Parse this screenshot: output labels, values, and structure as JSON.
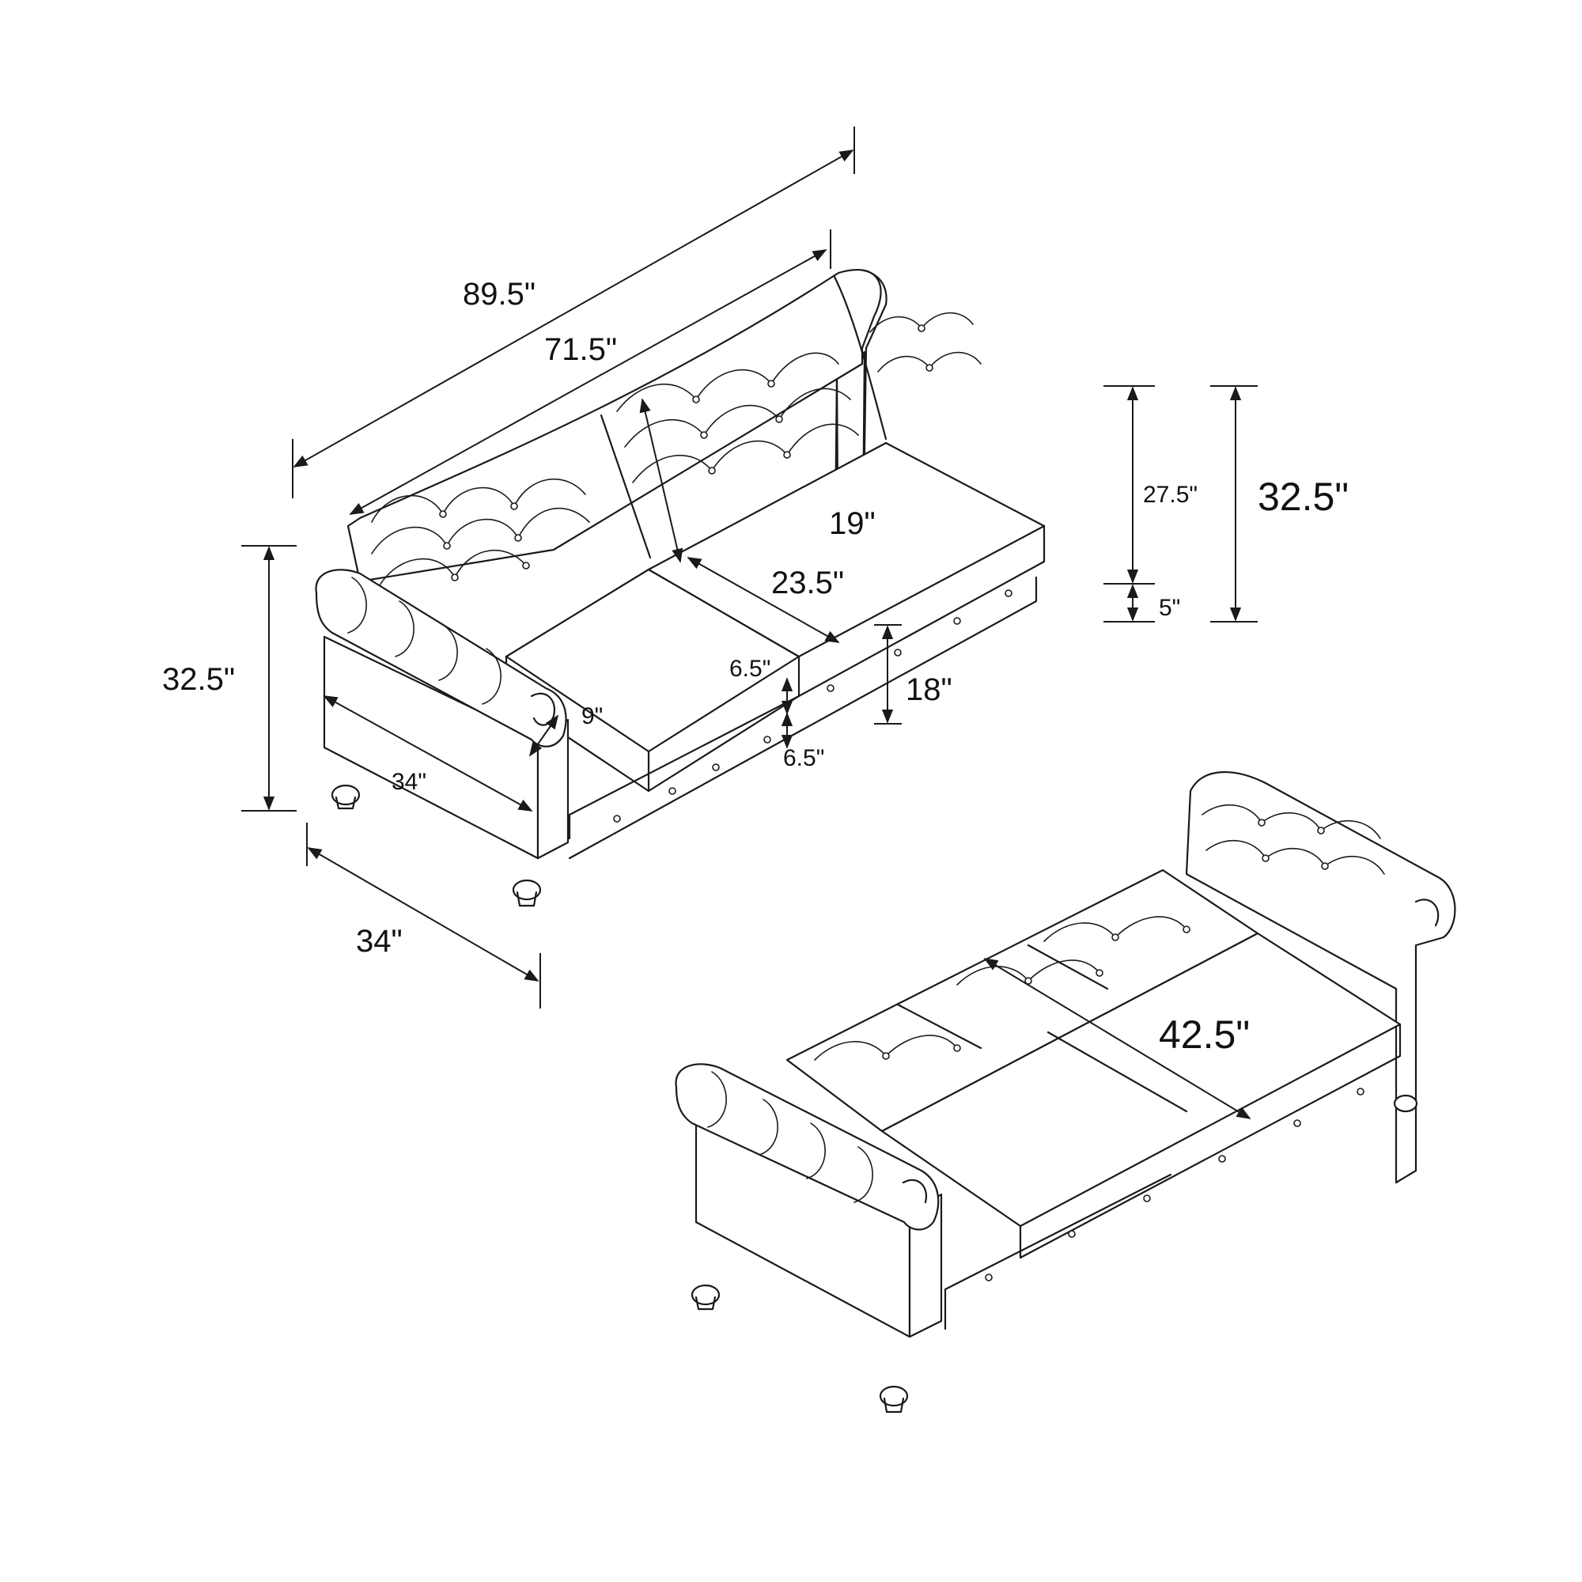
{
  "diagram": {
    "upright_view": {
      "overall_width": "89.5\"",
      "inner_seat_width": "71.5\"",
      "overall_height_left": "32.5\"",
      "overall_depth": "34\"",
      "arm_depth": "34\"",
      "arm_width": "9\"",
      "back_height": "19\"",
      "seat_depth": "23.5\"",
      "cushion_thickness_top": "6.5\"",
      "cushion_thickness_bottom": "6.5\"",
      "seat_height": "18\"",
      "back_to_seat_height": "27.5\"",
      "leg_height": "5\"",
      "overall_height_right": "32.5\""
    },
    "bed_view": {
      "bed_depth": "42.5\""
    }
  }
}
